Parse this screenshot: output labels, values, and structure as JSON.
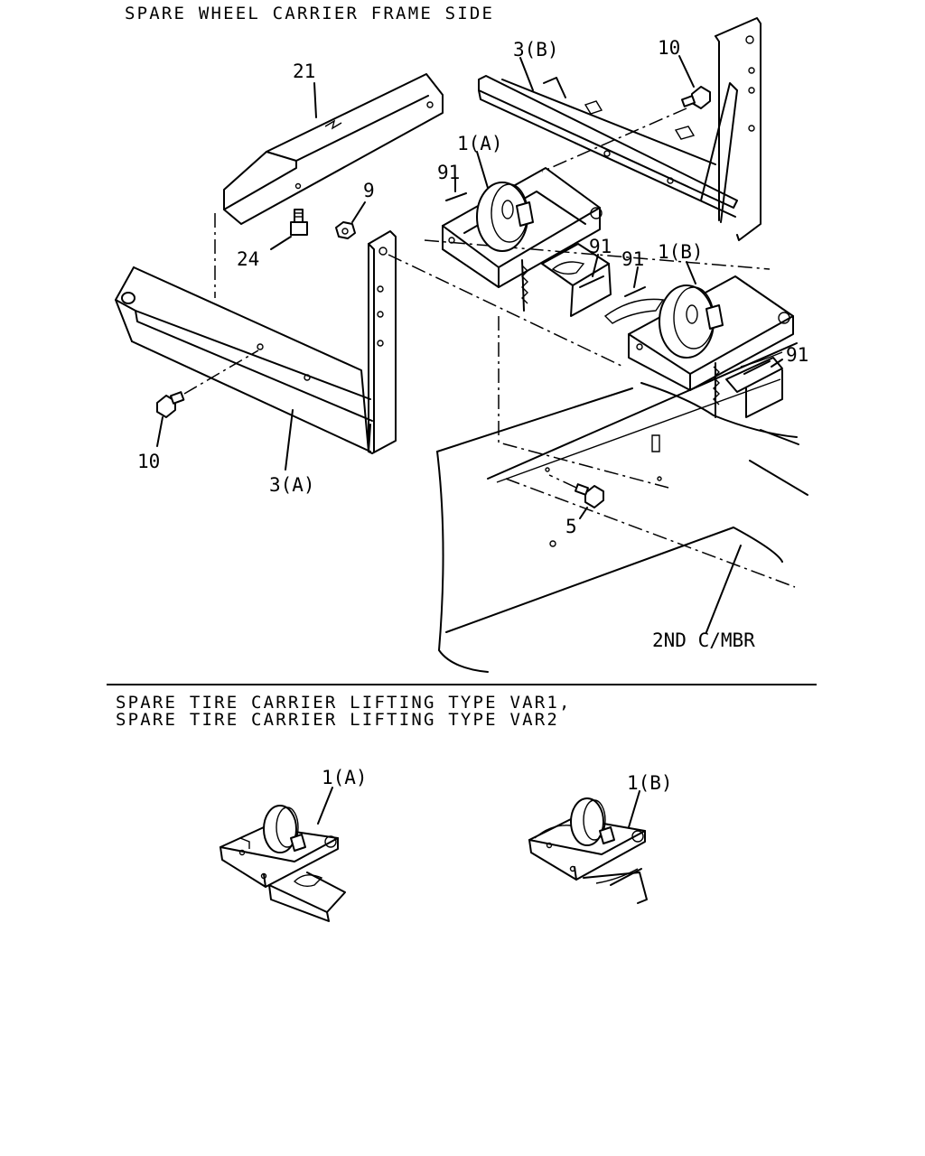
{
  "section_titles": {
    "top": "SPARE WHEEL CARRIER FRAME SIDE",
    "bottom_line1": "SPARE TIRE CARRIER LIFTING TYPE VAR1,",
    "bottom_line2": "SPARE TIRE CARRIER LIFTING TYPE VAR2"
  },
  "callouts": {
    "p21": "21",
    "p3b": "3(B)",
    "p10_top": "10",
    "p1a_top": "1(A)",
    "p91_a": "91",
    "p9": "9",
    "p24": "24",
    "p91_b": "91",
    "p91_c": "91",
    "p1b_top": "1(B)",
    "p91_d": "91",
    "p10_left": "10",
    "p3a": "3(A)",
    "p5": "5",
    "crossmember": "2ND C/MBR",
    "p1a_bottom": "1(A)",
    "p1b_bottom": "1(B)"
  }
}
